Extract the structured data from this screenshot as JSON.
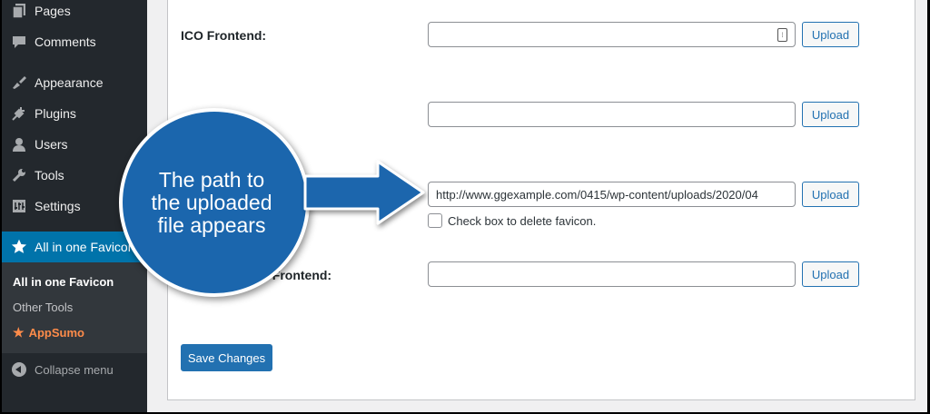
{
  "sidebar": {
    "items": [
      {
        "label": "Pages",
        "icon": "pages-icon"
      },
      {
        "label": "Comments",
        "icon": "comments-icon"
      },
      {
        "label": "Appearance",
        "icon": "appearance-icon"
      },
      {
        "label": "Plugins",
        "icon": "plugins-icon"
      },
      {
        "label": "Users",
        "icon": "users-icon"
      },
      {
        "label": "Tools",
        "icon": "tools-icon"
      },
      {
        "label": "Settings",
        "icon": "settings-icon"
      },
      {
        "label": "All in one Favicon",
        "icon": "star-icon",
        "active": true
      }
    ],
    "submenu": [
      "All in one Favicon",
      "Other Tools",
      "AppSumo"
    ],
    "collapse_label": "Collapse menu"
  },
  "main": {
    "rows": [
      {
        "label": "ICO Frontend:",
        "value": "",
        "upload_label": "Upload"
      },
      {
        "label": "",
        "value": "",
        "upload_label": "Upload"
      },
      {
        "label": "",
        "value": "http://www.ggexample.com/0415/wp-content/uploads/2020/04",
        "upload_label": "Upload",
        "checkbox_label": "Check box to delete favicon."
      },
      {
        "label": "con Frontend:",
        "value": "",
        "upload_label": "Upload"
      }
    ],
    "save_label": "Save Changes"
  },
  "callout": {
    "text": "The path to the uploaded file appears"
  },
  "colors": {
    "sidebar_bg": "#23282d",
    "active_menu": "#0073aa",
    "wp_blue": "#2271b1",
    "callout_blue": "#1b66ad",
    "appsumo_orange": "#ff8c4a"
  }
}
